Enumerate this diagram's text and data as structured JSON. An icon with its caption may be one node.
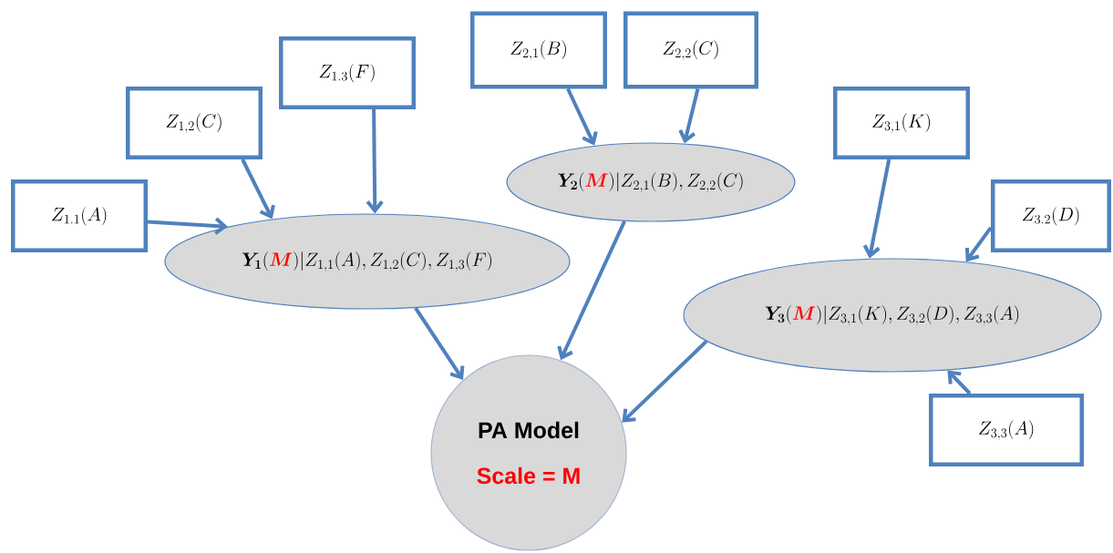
{
  "diagram": {
    "nodes": [
      {
        "text": [
          "Z_{1.1}(A)"
        ]
      },
      {
        "text": [
          "Z_{1,2}(C)"
        ]
      },
      {
        "text": [
          "Z_{1.3}(F)"
        ]
      },
      {
        "text": [
          "Z_{2,1}(B)"
        ]
      },
      {
        "text": [
          "Z_{2,2}(C)"
        ]
      },
      {
        "text": [
          "Z_{3,1}(K)"
        ]
      },
      {
        "text": [
          "Z_{3.2}(D)"
        ]
      },
      {
        "text": [
          "\\boldsymbol{Y_1}(\\textcolor{red}{\\boldsymbol{M}})|Z_{1,1}(A),Z_{1,2}(C),Z_{1,3}(F)"
        ]
      },
      {
        "text": [
          "\\boldsymbol{Y_2}(\\textcolor{red}{\\boldsymbol{M}})|Z_{2,1}(B),Z_{2,2}(C)"
        ]
      },
      {
        "text": [
          "\\boldsymbol{Y_3}(\\textcolor{red}{\\boldsymbol{M}})|Z_{3,1}(K),Z_{3,2}(D),Z_{3,3}(A)"
        ]
      },
      {
        "text": [
          "Z_{3,3}(A)"
        ]
      },
      {
        "text": [
          "PA Model",
          "Scale = M"
        ]
      }
    ],
    "edges": [
      {
        "from": 0,
        "to": 7,
        "arrow": "to"
      },
      {
        "from": 1,
        "to": 7,
        "arrow": "to"
      },
      {
        "from": 2,
        "to": 7,
        "arrow": "to"
      },
      {
        "from": 3,
        "to": 8,
        "arrow": "to"
      },
      {
        "from": 4,
        "to": 8,
        "arrow": "to"
      },
      {
        "from": 5,
        "to": 9,
        "arrow": "to"
      },
      {
        "from": 6,
        "to": 9,
        "arrow": "to"
      },
      {
        "from": 10,
        "to": 9,
        "arrow": "to"
      },
      {
        "from": 7,
        "to": 11,
        "arrow": "to"
      },
      {
        "from": 8,
        "to": 11,
        "arrow": "to"
      },
      {
        "from": 9,
        "to": 11,
        "arrow": "to"
      }
    ]
  }
}
